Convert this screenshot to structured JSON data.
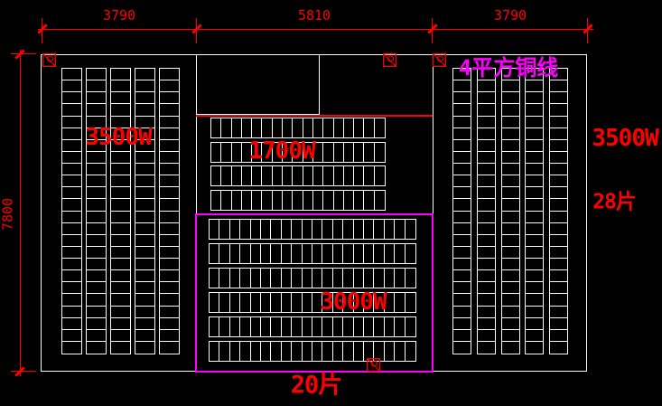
{
  "canvas": {
    "bg": "#000000",
    "line_color": "#ffffff",
    "dim_color": "#ff0000",
    "highlight_color": "#ff00ff"
  },
  "dimensions": {
    "top_segments": [
      "3790",
      "5810",
      "3790"
    ],
    "left_height": "7800"
  },
  "zone_labels": {
    "left_power": "3500W",
    "center_top_power": "1700W",
    "center_bottom_power": "3000W"
  },
  "annotations": {
    "wire_note": "4平方铜线",
    "right_power": "3500W",
    "right_pieces": "28片",
    "bottom_pieces": "20片"
  },
  "icons": {
    "marker": "sensor-marker"
  }
}
